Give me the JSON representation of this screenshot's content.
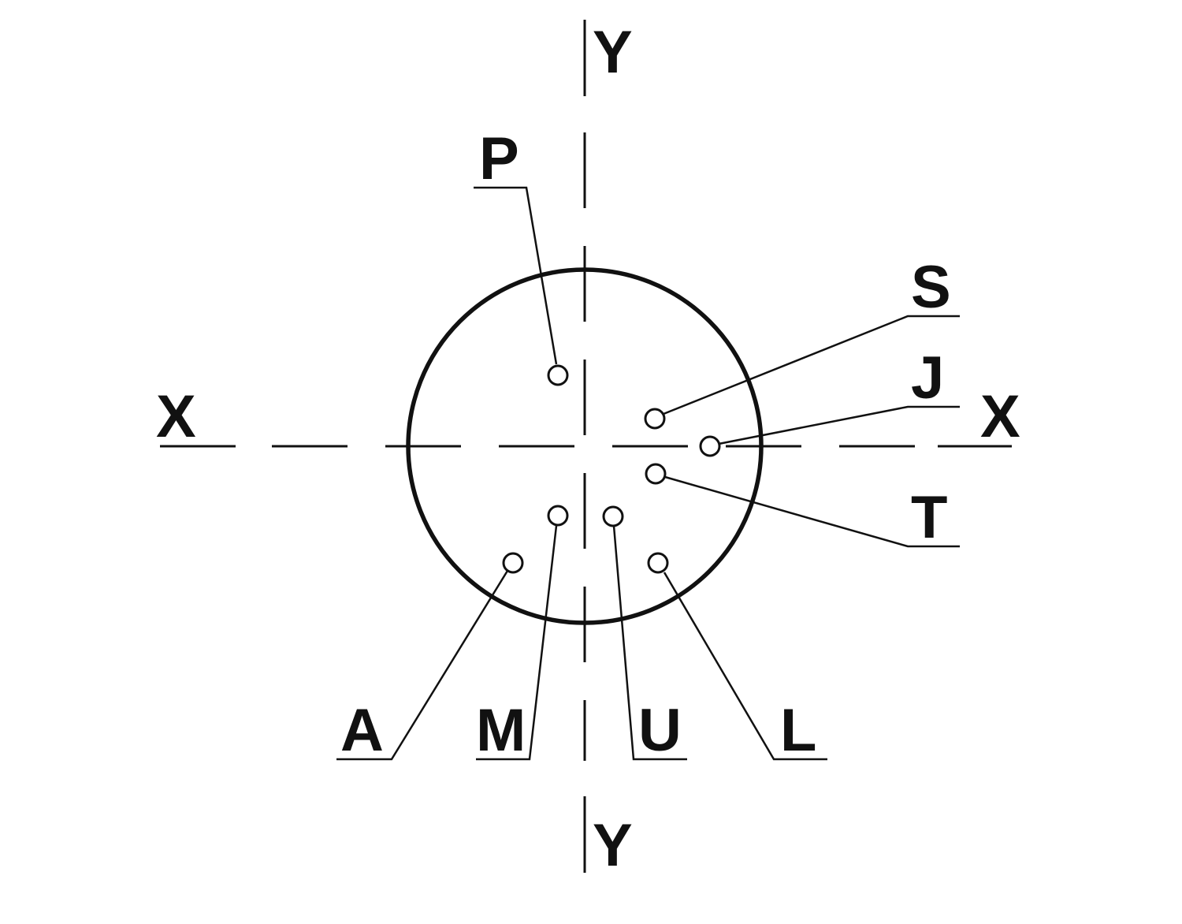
{
  "axes": {
    "x_left": "X",
    "x_right": "X",
    "y_top": "Y",
    "y_bottom": "Y"
  },
  "pins": {
    "P": "P",
    "S": "S",
    "J": "J",
    "T": "T",
    "A": "A",
    "M": "M",
    "U": "U",
    "L": "L"
  }
}
